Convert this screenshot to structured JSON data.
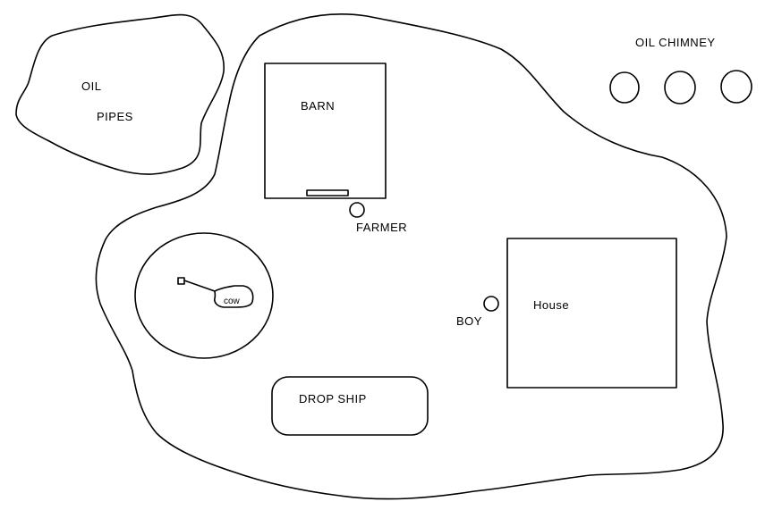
{
  "map": {
    "labels": {
      "oil": "OIL",
      "pipes": "PIPES",
      "barn": "BARN",
      "farmer": "FARMER",
      "oil_chimney": "OIL CHIMNEY",
      "cow": "cow",
      "boy": "BOY",
      "house": "House",
      "drop_ship": "DROP SHIP"
    },
    "chimney_count": 3,
    "colors": {
      "ink": "#000000",
      "background": "#ffffff"
    }
  }
}
